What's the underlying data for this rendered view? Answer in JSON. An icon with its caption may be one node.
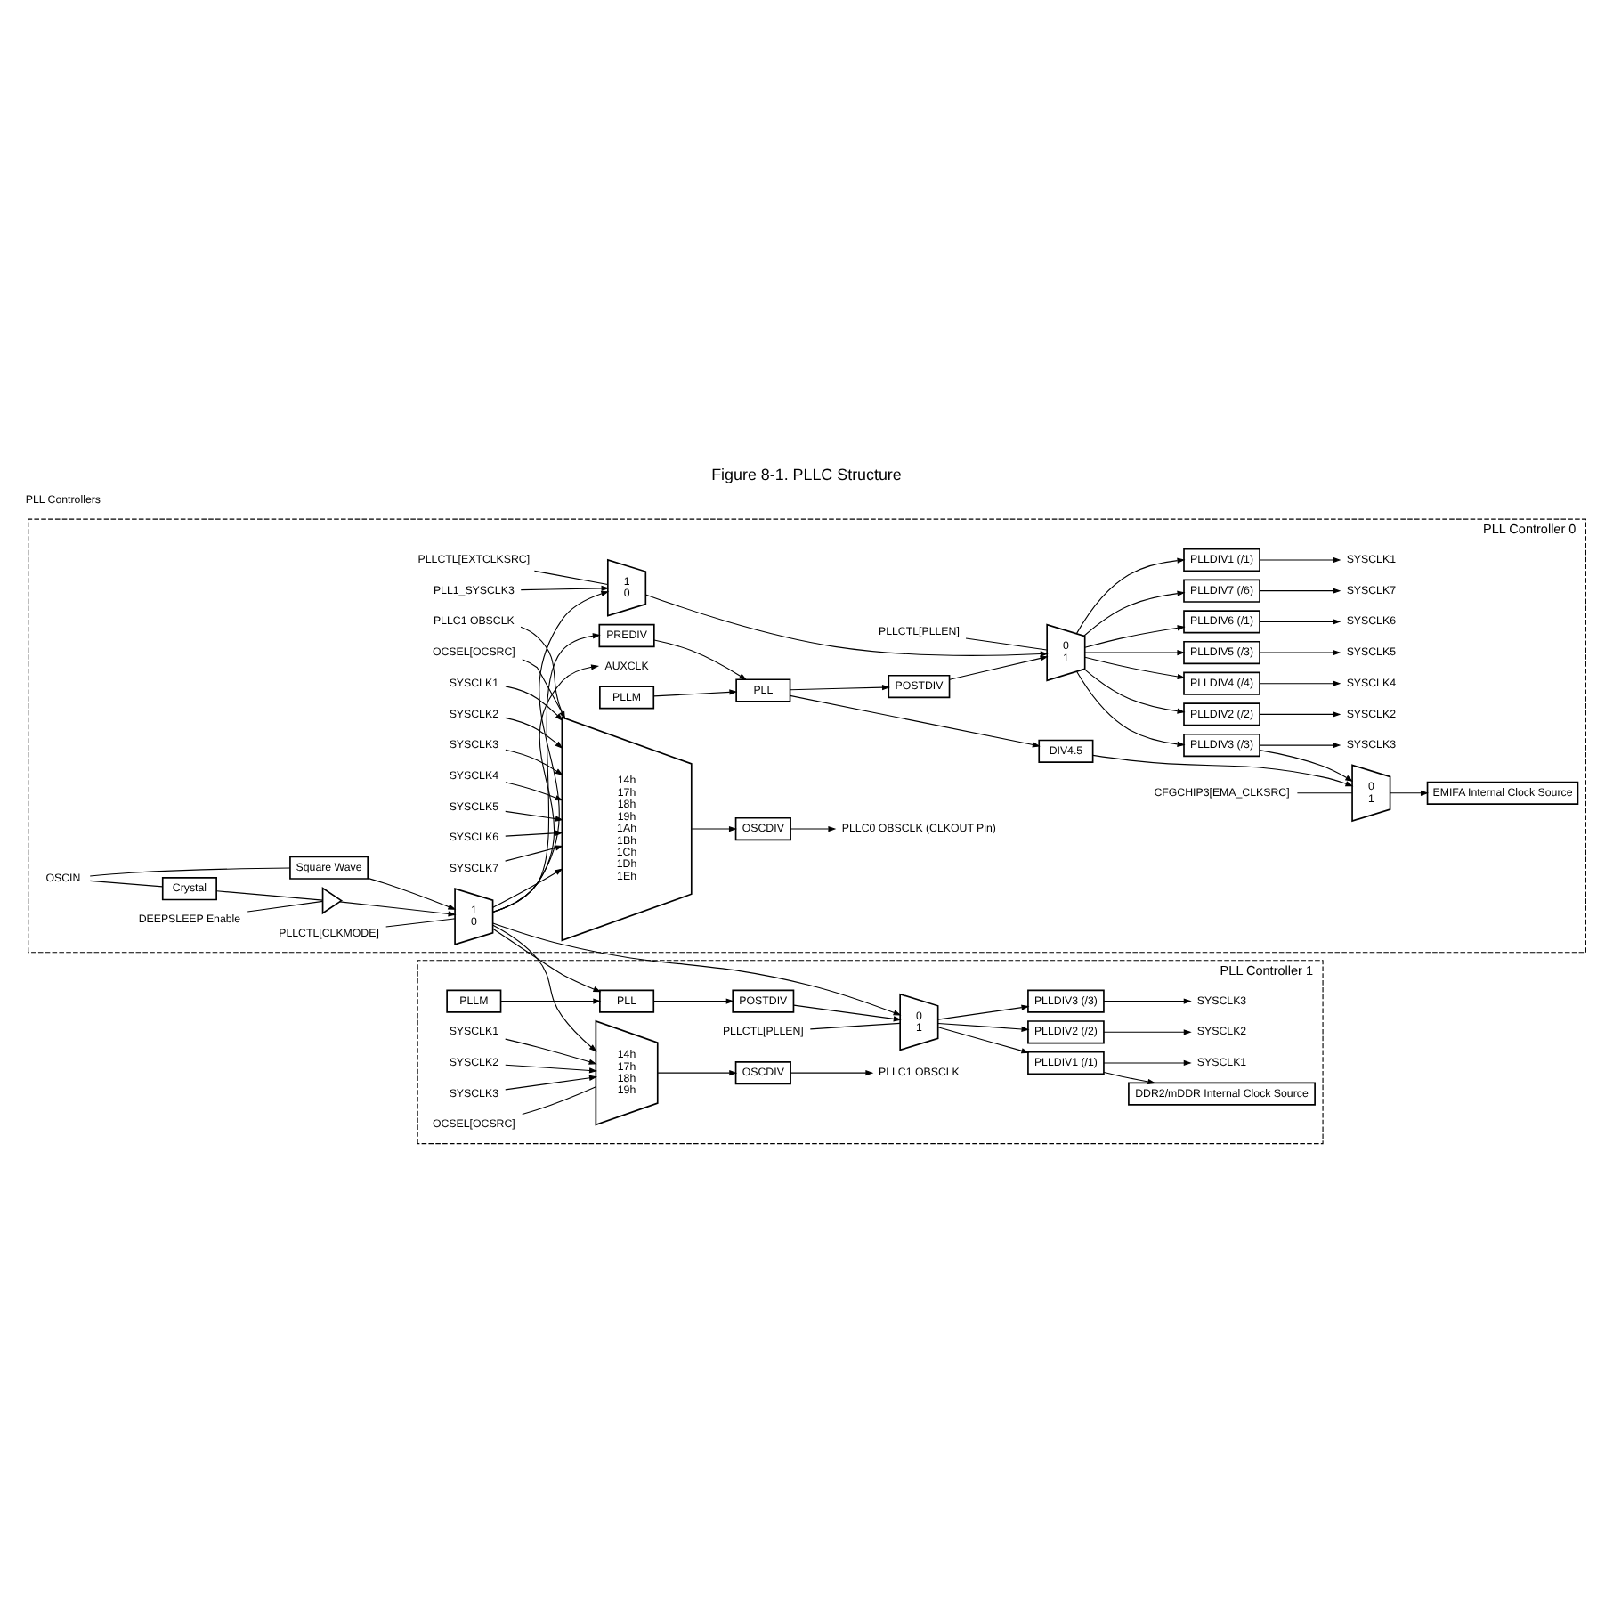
{
  "diagram": {
    "title": "Figure 8-1. PLLC Structure",
    "nodes": [
      {
        "text": [
          "PLL Controller 0"
        ]
      },
      {
        "text": [
          "OSCIN"
        ],
        "in": 0
      },
      {
        "text": [
          "Square Wave"
        ],
        "in": 0
      },
      {
        "text": [
          "Crystal"
        ],
        "in": 0
      },
      {
        "text": [],
        "shape": "triangle",
        "in": 0
      },
      {
        "text": [
          "DEEPSLEEP Enable"
        ],
        "in": 0
      },
      {
        "text": [
          "1",
          "0"
        ],
        "in": 0
      },
      {
        "text": [
          "PLLCTL[CLKMODE]"
        ],
        "in": 0
      },
      {
        "text": [
          "PREDIV"
        ],
        "in": 0
      },
      {
        "text": [
          "PLL"
        ],
        "in": 0
      },
      {
        "text": [
          "PLLM"
        ],
        "in": 0
      },
      {
        "text": [
          "POSTDIV"
        ],
        "in": 0
      },
      {
        "text": [
          "PLL1_SYSCLK3"
        ],
        "in": 0
      },
      {
        "text": [
          "1",
          "0"
        ],
        "in": 0
      },
      {
        "text": [
          "PLLCTL[EXTCLKSRC]"
        ],
        "in": 0
      },
      {
        "text": [
          "0",
          "1"
        ],
        "in": 0
      },
      {
        "text": [
          "PLLCTL[PLLEN]"
        ],
        "in": 0
      },
      {
        "text": [
          "PLLDIV1 (/1)"
        ],
        "in": 0
      },
      {
        "text": [
          "PLLDIV2 (/2)"
        ],
        "in": 0
      },
      {
        "text": [
          "PLLDIV4 (/4)"
        ],
        "in": 0
      },
      {
        "text": [
          "PLLDIV5 (/3)"
        ],
        "in": 0
      },
      {
        "text": [
          "PLLDIV6 (/1)"
        ],
        "in": 0
      },
      {
        "text": [
          "PLLDIV7 (/6)"
        ],
        "in": 0
      },
      {
        "text": [
          "PLLDIV3 (/3)"
        ],
        "in": 0
      },
      {
        "text": [
          "SYSCLK1"
        ],
        "in": 0
      },
      {
        "text": [
          "SYSCLK2"
        ],
        "in": 0
      },
      {
        "text": [
          "SYSCLK4"
        ],
        "in": 0
      },
      {
        "text": [
          "SYSCLK5"
        ],
        "in": 0
      },
      {
        "text": [
          "SYSCLK6"
        ],
        "in": 0
      },
      {
        "text": [
          "SYSCLK7"
        ],
        "in": 0
      },
      {
        "text": [
          "SYSCLK3"
        ],
        "in": 0
      },
      {
        "text": [
          "DIV4.5"
        ],
        "in": 0
      },
      {
        "text": [
          "0",
          "1"
        ],
        "in": 0
      },
      {
        "text": [
          "CFGCHIP3[EMA_CLKSRC]"
        ],
        "in": 0
      },
      {
        "text": [
          "EMIFA Internal Clock Source"
        ],
        "in": 0
      },
      {
        "text": [
          "AUXCLK"
        ],
        "in": 0
      },
      {
        "text": [
          "14h",
          "17h",
          "18h",
          "19h",
          "1Ah",
          "1Bh",
          "1Ch",
          "1Dh",
          "1Eh"
        ],
        "in": 0
      },
      {
        "text": [
          "OCSEL[OCSRC]"
        ],
        "in": 0
      },
      {
        "text": [
          "SYSCLK1"
        ],
        "in": 0
      },
      {
        "text": [
          "SYSCLK2"
        ],
        "in": 0
      },
      {
        "text": [
          "SYSCLK3"
        ],
        "in": 0
      },
      {
        "text": [
          "SYSCLK4"
        ],
        "in": 0
      },
      {
        "text": [
          "SYSCLK5"
        ],
        "in": 0
      },
      {
        "text": [
          "SYSCLK6"
        ],
        "in": 0
      },
      {
        "text": [
          "SYSCLK7"
        ],
        "in": 0
      },
      {
        "text": [
          "PLLC1 OBSCLK"
        ],
        "in": 0
      },
      {
        "text": [
          "OSCDIV"
        ],
        "in": 0
      },
      {
        "text": [
          "PLLC0 OBSCLK (CLKOUT Pin)"
        ],
        "in": 0
      },
      {
        "text": [
          "PLL Controller 1"
        ]
      },
      {
        "text": [
          "0",
          "1"
        ],
        "in": 48
      },
      {
        "text": [
          "PLLCTL[PLLEN]"
        ],
        "in": 48
      },
      {
        "text": [
          "PLL"
        ],
        "in": 48
      },
      {
        "text": [
          "PLLM"
        ],
        "in": 48
      },
      {
        "text": [
          "POSTDIV"
        ],
        "in": 48
      },
      {
        "text": [
          "PLLDIV2 (/2)"
        ],
        "in": 48
      },
      {
        "text": [
          "PLLDIV3 (/3)"
        ],
        "in": 48
      },
      {
        "text": [
          "PLLDIV1 (/1)"
        ],
        "in": 48
      },
      {
        "text": [
          "SYSCLK2"
        ],
        "in": 48
      },
      {
        "text": [
          "SYSCLK3"
        ],
        "in": 48
      },
      {
        "text": [
          "SYSCLK1"
        ],
        "in": 48
      },
      {
        "text": [
          "DDR2/mDDR Internal Clock Source"
        ],
        "in": 48
      },
      {
        "text": [
          "14h",
          "17h",
          "18h",
          "19h"
        ],
        "in": 48
      },
      {
        "text": [
          "OCSEL[OCSRC]"
        ],
        "in": 48
      },
      {
        "text": [
          "SYSCLK1"
        ],
        "in": 48
      },
      {
        "text": [
          "SYSCLK2"
        ],
        "in": 48
      },
      {
        "text": [
          "SYSCLK3"
        ],
        "in": 48
      },
      {
        "text": [
          "OSCDIV"
        ],
        "in": 48
      },
      {
        "text": [
          "PLLC1 OBSCLK"
        ],
        "in": 48
      }
    ],
    "edges": [
      {
        "from": 1,
        "to": 2,
        "arrow": "none"
      },
      {
        "from": 1,
        "to": 3,
        "arrow": "none"
      },
      {
        "from": 3,
        "to": 4,
        "arrow": "none"
      },
      {
        "from": 5,
        "to": 4,
        "arrow": "none"
      },
      {
        "from": 2,
        "to": 6,
        "arrow": "to"
      },
      {
        "from": 4,
        "to": 6,
        "arrow": "to"
      },
      {
        "from": 7,
        "to": 6,
        "arrow": "none"
      },
      {
        "from": 6,
        "to": 13,
        "arrow": "to"
      },
      {
        "from": 6,
        "to": 8,
        "arrow": "to"
      },
      {
        "from": 8,
        "to": 9,
        "arrow": "to"
      },
      {
        "from": 10,
        "to": 9,
        "arrow": "to"
      },
      {
        "from": 9,
        "to": 11,
        "arrow": "to"
      },
      {
        "from": 12,
        "to": 13,
        "arrow": "to"
      },
      {
        "from": 14,
        "to": 13,
        "arrow": "none"
      },
      {
        "from": 13,
        "to": 15,
        "arrow": "to"
      },
      {
        "from": 11,
        "to": 15,
        "arrow": "to"
      },
      {
        "from": 16,
        "to": 15,
        "arrow": "none"
      },
      {
        "from": 15,
        "to": 17,
        "arrow": "to"
      },
      {
        "from": 15,
        "to": 18,
        "arrow": "to"
      },
      {
        "from": 15,
        "to": 19,
        "arrow": "to"
      },
      {
        "from": 15,
        "to": 20,
        "arrow": "to"
      },
      {
        "from": 15,
        "to": 21,
        "arrow": "to"
      },
      {
        "from": 15,
        "to": 22,
        "arrow": "to"
      },
      {
        "from": 15,
        "to": 23,
        "arrow": "to"
      },
      {
        "from": 17,
        "to": 24,
        "arrow": "to"
      },
      {
        "from": 18,
        "to": 25,
        "arrow": "to"
      },
      {
        "from": 19,
        "to": 26,
        "arrow": "to"
      },
      {
        "from": 20,
        "to": 27,
        "arrow": "to"
      },
      {
        "from": 21,
        "to": 28,
        "arrow": "to"
      },
      {
        "from": 22,
        "to": 29,
        "arrow": "to"
      },
      {
        "from": 23,
        "to": 30,
        "arrow": "to"
      },
      {
        "from": 23,
        "to": 32,
        "arrow": "to"
      },
      {
        "from": 9,
        "to": 31,
        "arrow": "to"
      },
      {
        "from": 31,
        "to": 32,
        "arrow": "to"
      },
      {
        "from": 33,
        "to": 32,
        "arrow": "none"
      },
      {
        "from": 32,
        "to": 34,
        "arrow": "to"
      },
      {
        "from": 6,
        "to": 35,
        "arrow": "to"
      },
      {
        "from": 6,
        "to": 36,
        "arrow": "to"
      },
      {
        "from": 38,
        "to": 36,
        "arrow": "to"
      },
      {
        "from": 39,
        "to": 36,
        "arrow": "to"
      },
      {
        "from": 40,
        "to": 36,
        "arrow": "to"
      },
      {
        "from": 41,
        "to": 36,
        "arrow": "to"
      },
      {
        "from": 42,
        "to": 36,
        "arrow": "to"
      },
      {
        "from": 43,
        "to": 36,
        "arrow": "to"
      },
      {
        "from": 44,
        "to": 36,
        "arrow": "to"
      },
      {
        "from": 45,
        "to": 36,
        "arrow": "to"
      },
      {
        "from": 37,
        "to": 36,
        "arrow": "none"
      },
      {
        "from": 36,
        "to": 46,
        "arrow": "to"
      },
      {
        "from": 46,
        "to": 47,
        "arrow": "to"
      },
      {
        "from": 6,
        "to": 49,
        "arrow": "to"
      },
      {
        "from": 6,
        "to": 51,
        "arrow": "to"
      },
      {
        "from": 50,
        "to": 49,
        "arrow": "none"
      },
      {
        "from": 52,
        "to": 51,
        "arrow": "to"
      },
      {
        "from": 51,
        "to": 53,
        "arrow": "to"
      },
      {
        "from": 53,
        "to": 49,
        "arrow": "to"
      },
      {
        "from": 49,
        "to": 54,
        "arrow": "to"
      },
      {
        "from": 49,
        "to": 55,
        "arrow": "to"
      },
      {
        "from": 49,
        "to": 56,
        "arrow": "to"
      },
      {
        "from": 54,
        "to": 57,
        "arrow": "to"
      },
      {
        "from": 55,
        "to": 58,
        "arrow": "to"
      },
      {
        "from": 56,
        "to": 59,
        "arrow": "to"
      },
      {
        "from": 56,
        "to": 60,
        "arrow": "to"
      },
      {
        "from": 6,
        "to": 61,
        "arrow": "to"
      },
      {
        "from": 63,
        "to": 61,
        "arrow": "to"
      },
      {
        "from": 64,
        "to": 61,
        "arrow": "to"
      },
      {
        "from": 65,
        "to": 61,
        "arrow": "to"
      },
      {
        "from": 62,
        "to": 61,
        "arrow": "none"
      },
      {
        "from": 61,
        "to": 66,
        "arrow": "to"
      },
      {
        "from": 66,
        "to": 67,
        "arrow": "to"
      }
    ],
    "labels": [
      "PLL Controllers"
    ]
  }
}
